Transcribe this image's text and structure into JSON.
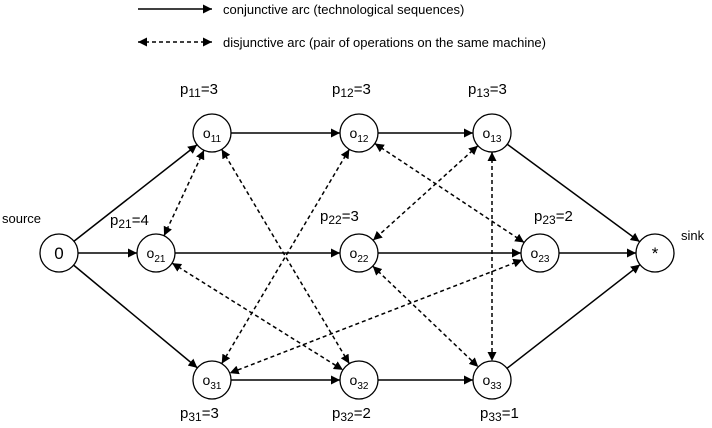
{
  "legend": {
    "conjunctive": "conjunctive arc (technological sequences)",
    "disjunctive": "disjunctive arc (pair of operations on the same machine)"
  },
  "labels": {
    "source": "source",
    "sink": "sink"
  },
  "nodes": [
    {
      "id": "source",
      "label": "0"
    },
    {
      "id": "o11",
      "base": "O",
      "sub": "11",
      "ptime": "p11=3",
      "pbase": "p",
      "psub": "11",
      "pval": "=3"
    },
    {
      "id": "o12",
      "base": "O",
      "sub": "12",
      "ptime": "p12=3",
      "pbase": "p",
      "psub": "12",
      "pval": "=3"
    },
    {
      "id": "o13",
      "base": "O",
      "sub": "13",
      "ptime": "p13=3",
      "pbase": "p",
      "psub": "13",
      "pval": "=3"
    },
    {
      "id": "o21",
      "base": "O",
      "sub": "21",
      "ptime": "p21=4",
      "pbase": "p",
      "psub": "21",
      "pval": "=4"
    },
    {
      "id": "o22",
      "base": "O",
      "sub": "22",
      "ptime": "p22=3",
      "pbase": "p",
      "psub": "22",
      "pval": "=3"
    },
    {
      "id": "o23",
      "base": "O",
      "sub": "23",
      "ptime": "p23=2",
      "pbase": "p",
      "psub": "23",
      "pval": "=2"
    },
    {
      "id": "o31",
      "base": "O",
      "sub": "31",
      "ptime": "p31=3",
      "pbase": "p",
      "psub": "31",
      "pval": "=3"
    },
    {
      "id": "o32",
      "base": "O",
      "sub": "32",
      "ptime": "p32=2",
      "pbase": "p",
      "psub": "32",
      "pval": "=2"
    },
    {
      "id": "o33",
      "base": "O",
      "sub": "33",
      "ptime": "p33=1",
      "pbase": "p",
      "psub": "33",
      "pval": "=1"
    },
    {
      "id": "sink",
      "label": "*"
    }
  ],
  "conjunctive_arcs": [
    [
      "source",
      "o11"
    ],
    [
      "source",
      "o21"
    ],
    [
      "source",
      "o31"
    ],
    [
      "o11",
      "o12"
    ],
    [
      "o12",
      "o13"
    ],
    [
      "o13",
      "sink"
    ],
    [
      "o21",
      "o22"
    ],
    [
      "o22",
      "o23"
    ],
    [
      "o23",
      "sink"
    ],
    [
      "o31",
      "o32"
    ],
    [
      "o32",
      "o33"
    ],
    [
      "o33",
      "sink"
    ]
  ],
  "disjunctive_arcs": [
    [
      "o11",
      "o21"
    ],
    [
      "o11",
      "o32"
    ],
    [
      "o12",
      "o31"
    ],
    [
      "o12",
      "o23"
    ],
    [
      "o13",
      "o22"
    ],
    [
      "o13",
      "o33"
    ],
    [
      "o21",
      "o32"
    ],
    [
      "o22",
      "o33"
    ],
    [
      "o23",
      "o31"
    ]
  ]
}
